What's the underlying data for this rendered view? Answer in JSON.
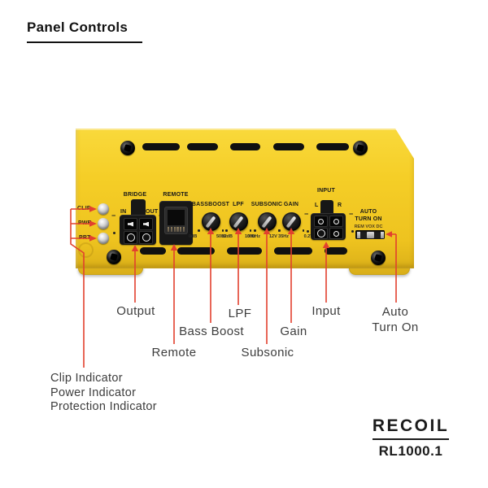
{
  "page": {
    "title": "Panel Controls"
  },
  "panel": {
    "indicators": [
      {
        "label": "CLIP"
      },
      {
        "label": "PWR"
      },
      {
        "label": "PRT"
      }
    ],
    "bridge": {
      "label": "BRIDGE",
      "in": "IN",
      "out": "OUT"
    },
    "remote": {
      "label": "REMOTE"
    },
    "knobs": [
      {
        "label": "BASSBOOST",
        "min": "0dB",
        "max": "12dB"
      },
      {
        "label": "LPF",
        "min": "50Hz",
        "max": "300Hz"
      },
      {
        "label": "SUBSONIC",
        "min": "10Hz",
        "max": "35Hz"
      },
      {
        "label": "GAIN",
        "min": "12V",
        "max": "0.2V"
      }
    ],
    "input": {
      "label": "INPUT",
      "left": "L",
      "right": "R"
    },
    "auto_turn_on": {
      "line1": "AUTO",
      "line2": "TURN ON",
      "modes": "REM VOX DC"
    },
    "markings": {
      "minus": "−"
    }
  },
  "callouts": {
    "output": "Output",
    "remote": "Remote",
    "bass_boost": "Bass Boost",
    "lpf": "LPF",
    "subsonic": "Subsonic",
    "gain": "Gain",
    "input": "Input",
    "auto_turn_on_line1": "Auto",
    "auto_turn_on_line2": "Turn On",
    "indicators": [
      "Clip Indicator",
      "Power Indicator",
      "Protection Indicator"
    ]
  },
  "brand": {
    "logo": "RECOIL",
    "model": "RL1000.1"
  },
  "colors": {
    "panel_yellow": "#F5CE27",
    "callout_red": "#E2402E",
    "label_gray": "#3D3D3D",
    "component_black": "#161616"
  }
}
